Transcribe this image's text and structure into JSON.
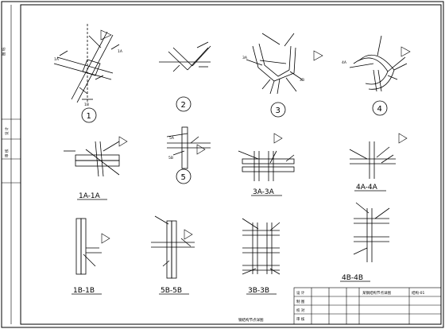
{
  "detail_numbers": [
    "1",
    "2",
    "3",
    "4",
    "5"
  ],
  "section_labels": {
    "s1a": "1A-1A",
    "s1b": "1B-1B",
    "s5b": "5B-5B",
    "s3a": "3A-3A",
    "s3b": "3B-3B",
    "s4a": "4A-4A",
    "s4b": "4B-4B"
  },
  "cut_marks": {
    "d1_left": "1A",
    "d1_right": "1A",
    "d1_bottom": "1B",
    "d3_left": "3A",
    "d3_right": "3B",
    "d4_left": "4A",
    "d5_left": "5A",
    "d5_bottom": "5B"
  },
  "side_strip": {
    "title": "图 纸",
    "rows": [
      "设 计",
      "审 核"
    ]
  },
  "bottom_caption": "钢结构节点详图",
  "title_block": {
    "rows": [
      "设 计",
      "制 图",
      "校 对",
      "审 核"
    ],
    "project_title": "某钢结构节点详图",
    "drawing_no": "结构-01"
  }
}
